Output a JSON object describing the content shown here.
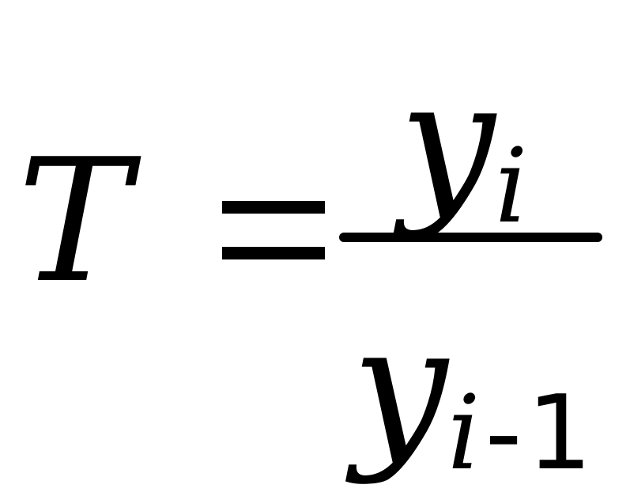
{
  "formula": {
    "lhs": "T",
    "relation": "=",
    "numerator": {
      "base": "y",
      "subscript": "i"
    },
    "denominator": {
      "base": "y",
      "subscript_var": "i",
      "subscript_op": "-",
      "subscript_num": "1"
    }
  }
}
